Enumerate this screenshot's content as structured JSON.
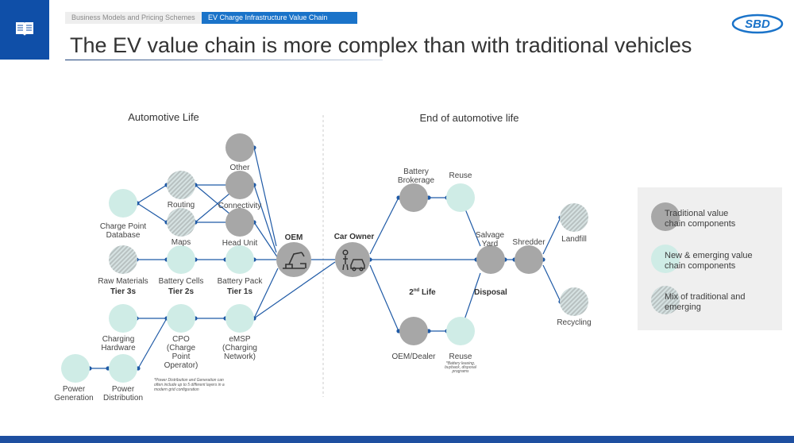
{
  "breadcrumbs": [
    "Business Models and Pricing Schemes",
    "EV Charge Infrastructure Value Chain"
  ],
  "title": "The EV value chain is more complex than with traditional vehicles",
  "logo": "SBD",
  "colors": {
    "traditional": "#a7a7a7",
    "new": "#cfece6",
    "mix": "#c9d2d2",
    "line": "#1f5aa6",
    "accent": "#1a73c9"
  },
  "sections": {
    "automotive_life": "Automotive Life",
    "end_of_life": "End of automotive life"
  },
  "nodes": {
    "other": "Other",
    "connectivity": "Connectivity",
    "head_unit": "Head Unit",
    "routing": "Routing",
    "maps": "Maps",
    "charge_point_db": [
      "Charge Point",
      "Database"
    ],
    "raw_materials": "Raw Materials",
    "battery_cells": "Battery Cells",
    "battery_pack": "Battery Pack",
    "oem": "OEM",
    "car_owner": "Car Owner",
    "charging_hardware": [
      "Charging",
      "Hardware"
    ],
    "cpo": [
      "CPO",
      "(Charge",
      "Point",
      "Operator)"
    ],
    "emsp": [
      "eMSP",
      "(Charging",
      "Network)"
    ],
    "power_generation": [
      "Power",
      "Generation"
    ],
    "power_distribution": [
      "Power",
      "Distribution"
    ],
    "battery_brokerage": [
      "Battery",
      "Brokerage"
    ],
    "reuse_top": "Reuse",
    "salvage_yard": [
      "Salvage",
      "Yard"
    ],
    "shredder": "Shredder",
    "landfill": "Landfill",
    "recycling": "Recycling",
    "oem_dealer": "OEM/Dealer",
    "reuse_bottom": "Reuse",
    "second_life_pre": "2",
    "second_life_sup": "nd",
    "second_life_post": " Life",
    "disposal": "Disposal"
  },
  "tiers": [
    "Tier 3s",
    "Tier 2s",
    "Tier 1s"
  ],
  "notes": {
    "power": [
      "*Power Distribution and Generation can",
      "often include up to 5 different layers in a",
      "modern grid configuration"
    ],
    "reuse": [
      "*Battery leasing,",
      "buyback, disposal",
      "programs"
    ]
  },
  "legend": [
    {
      "type": "traditional",
      "lines": [
        "Traditional value",
        "chain components"
      ]
    },
    {
      "type": "new",
      "lines": [
        "New & emerging value",
        "chain components"
      ]
    },
    {
      "type": "mix",
      "lines": [
        "Mix of traditional and",
        "emerging"
      ]
    }
  ]
}
